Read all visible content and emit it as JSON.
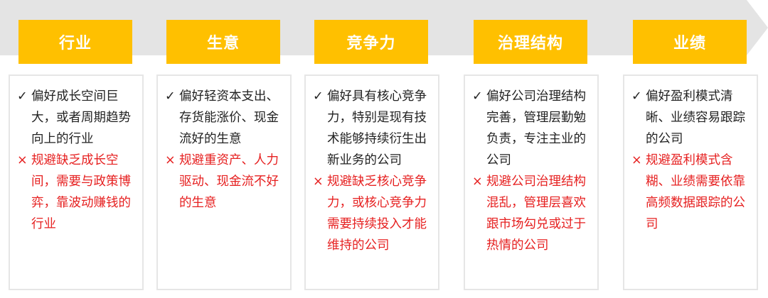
{
  "colors": {
    "header_bg": "#ffc000",
    "header_text": "#ffffff",
    "arrow_band": "#e4e4e4",
    "pro_text": "#222222",
    "con_text": "#e62020",
    "card_border": "#e6e6e6"
  },
  "icons": {
    "pro": "check-icon",
    "con": "cross-icon"
  },
  "symbols": {
    "pro": "✓",
    "con": "×"
  },
  "columns": [
    {
      "title": "行业",
      "pro": "偏好成长空间巨大，或者周期趋势向上的行业",
      "con": "规避缺乏成长空间，需要与政策博弈，靠波动赚钱的行业"
    },
    {
      "title": "生意",
      "pro": "偏好轻资本支出、存货能涨价、现金流好的生意",
      "con": "规避重资产、人力驱动、现金流不好的生意"
    },
    {
      "title": "竞争力",
      "pro": "偏好具有核心竞争力，特别是现有技术能够持续衍生出新业务的公司",
      "con": "规避缺乏核心竞争力，或核心竞争力需要持续投入才能维持的公司"
    },
    {
      "title": "治理结构",
      "pro": "偏好公司治理结构完善，管理层勤勉负责，专注主业的公司",
      "con": "规避公司治理结构混乱，管理层喜欢跟市场勾兑或过于热情的公司"
    },
    {
      "title": "业绩",
      "pro": "偏好盈利模式清晰、业绩容易跟踪的公司",
      "con": "规避盈利模式含糊、业绩需要依靠高频数据跟踪的公司"
    }
  ]
}
